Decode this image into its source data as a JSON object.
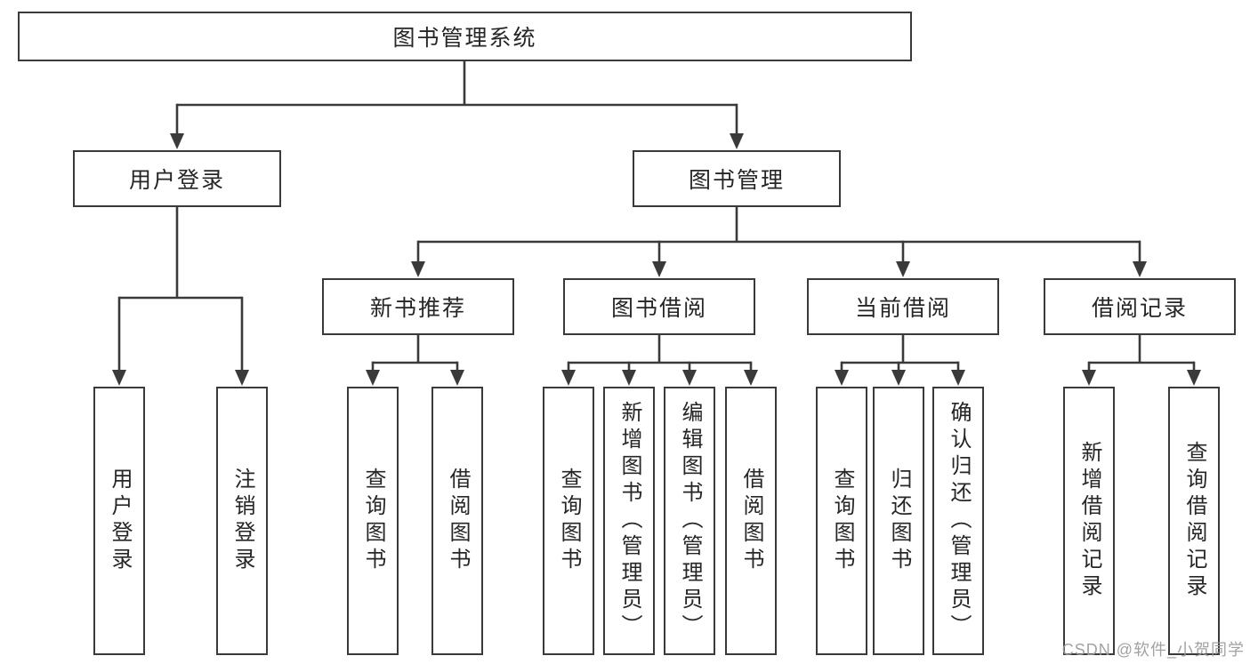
{
  "diagram_title": "图书管理系统",
  "tree": {
    "label": "图书管理系统",
    "children": [
      {
        "label": "用户登录",
        "children": [
          {
            "label": "用户登录"
          },
          {
            "label": "注销登录"
          }
        ]
      },
      {
        "label": "图书管理",
        "children": [
          {
            "label": "新书推荐",
            "children": [
              {
                "label": "查询图书"
              },
              {
                "label": "借阅图书"
              }
            ]
          },
          {
            "label": "图书借阅",
            "children": [
              {
                "label": "查询图书"
              },
              {
                "label": "新增图书（管理员）"
              },
              {
                "label": "编辑图书（管理员）"
              },
              {
                "label": "借阅图书"
              }
            ]
          },
          {
            "label": "当前借阅",
            "children": [
              {
                "label": "查询图书"
              },
              {
                "label": "归还图书"
              },
              {
                "label": "确认归还（管理员）"
              }
            ]
          },
          {
            "label": "借阅记录",
            "children": [
              {
                "label": "新增借阅记录"
              },
              {
                "label": "查询借阅记录"
              }
            ]
          }
        ]
      }
    ]
  },
  "watermark": "CSDN @软件_小贺同学",
  "colors": {
    "line": "#3a3a3a",
    "box_border": "#3a3a3a",
    "box_fill": "#ffffff",
    "text": "#262626",
    "watermark": "#9a9a9a",
    "background": "#ffffff"
  }
}
